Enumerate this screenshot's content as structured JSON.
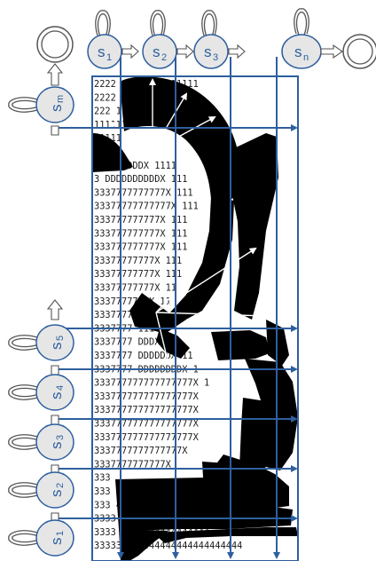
{
  "colors": {
    "state_fill": "#e6e6e6",
    "state_stroke": "#2e5f9e",
    "arrow": "#2e5f9e",
    "ink": "#000000",
    "guide_arrow": "#ffffff"
  },
  "top_states": [
    {
      "label": "s",
      "sub": "1"
    },
    {
      "label": "s",
      "sub": "2"
    },
    {
      "label": "s",
      "sub": "3"
    },
    {
      "label": "s",
      "sub": "n"
    }
  ],
  "left_states": [
    {
      "label": "s",
      "sub": "m"
    },
    {
      "label": "s",
      "sub": "5"
    },
    {
      "label": "s",
      "sub": "4"
    },
    {
      "label": "s",
      "sub": "3"
    },
    {
      "label": "s",
      "sub": "2"
    },
    {
      "label": "s",
      "sub": "1"
    }
  ],
  "grid_rows": [
    "2222    11111111111111",
    "2222    1111111111111",
    "222     1111111111111",
    "               111111",
    "                 11111",
    "                  1111",
    "      DDDDDDDDDX   1111",
    "3     DDDDDDDDDDX   111",
    "3337777777777X     111",
    "33377777777777X    111",
    "333777777777X      111",
    "333777777777X      111",
    "333777777777X      111",
    "33377777777X       111",
    "33377777777X       111",
    "33377777777X        11",
    "3337777777X         11",
    "33377777X           111",
    "3337777              111",
    "3337777      DDDX    11",
    "3337777   DDDDDDX    11",
    "3337777    DDDDDDDDX   1",
    "333777777777777777X    1",
    "333777777777777777X",
    "333777777777777777X",
    "333777777777777777X",
    "333777777777777777X",
    "3337777777777777X",
    "3337777777777X",
    "333",
    "333                  4",
    "333                  44",
    "3333             44444444",
    "3333       4444444444444444",
    "3333333  4444444444444444444"
  ]
}
